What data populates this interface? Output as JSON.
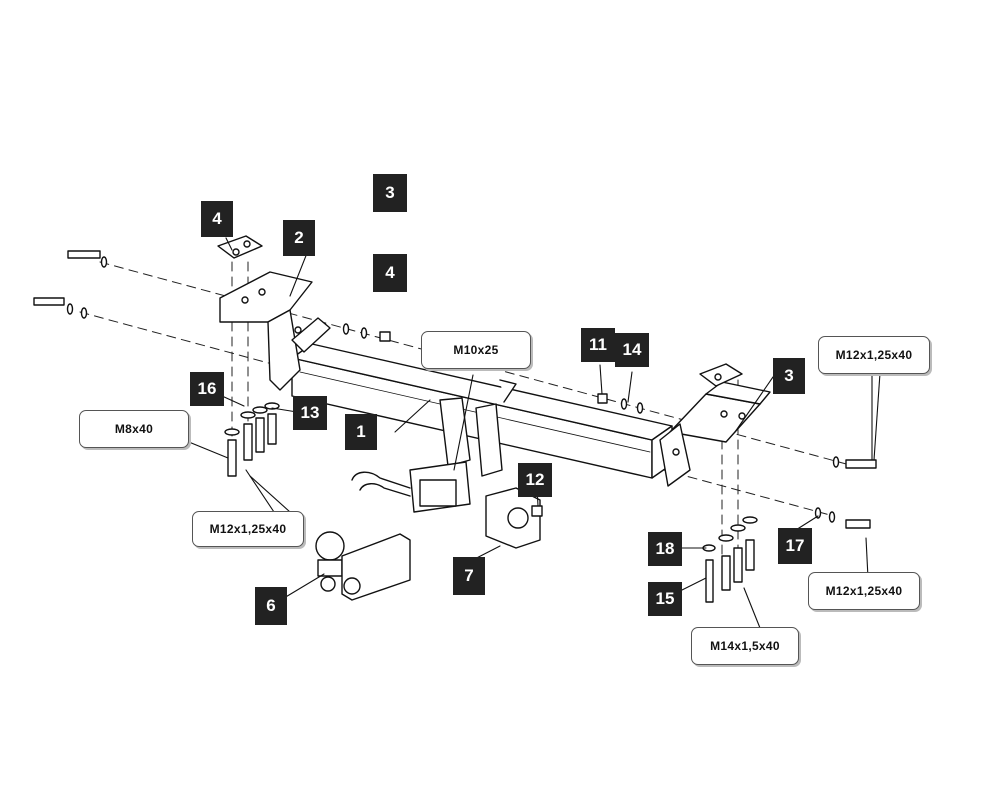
{
  "diagram": {
    "part_badges": [
      "3",
      "4",
      "4",
      "2",
      "16",
      "13",
      "1",
      "11",
      "14",
      "3",
      "12",
      "18",
      "15",
      "17",
      "6",
      "7"
    ],
    "bolt_labels": [
      "M10x25",
      "M8x40",
      "M12x1,25x40",
      "M12x1,25x40",
      "M12x1,25x40",
      "M14x1,5x40"
    ]
  }
}
